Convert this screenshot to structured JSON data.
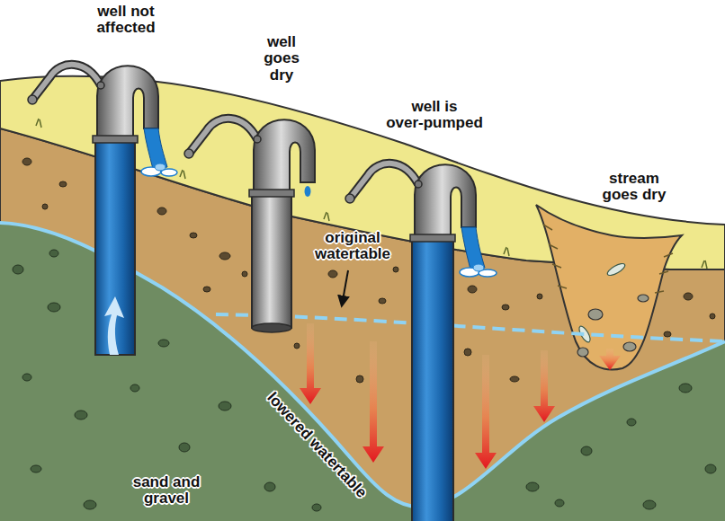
{
  "diagram": {
    "labels": [
      "well not affected",
      "well goes dry",
      "well is over-pumped",
      "stream goes dry",
      "original watertable",
      "lowered watertable",
      "sand and gravel"
    ]
  }
}
